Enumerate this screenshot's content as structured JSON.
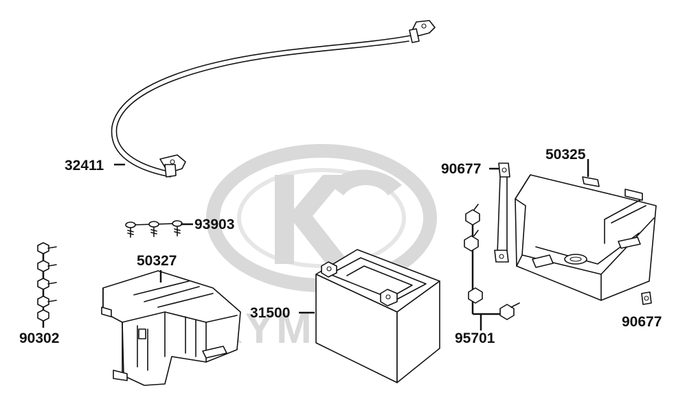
{
  "diagram": {
    "watermark": {
      "brand_text": "KYMCO",
      "color": "#d9d9d9"
    },
    "labels": {
      "p32411": "32411",
      "p93903": "93903",
      "p50327": "50327",
      "p90302": "90302",
      "p31500": "31500",
      "p90677_top": "90677",
      "p50325": "50325",
      "p95701": "95701",
      "p90677_bottom": "90677"
    },
    "colors": {
      "line": "#111111",
      "background": "#ffffff"
    }
  }
}
